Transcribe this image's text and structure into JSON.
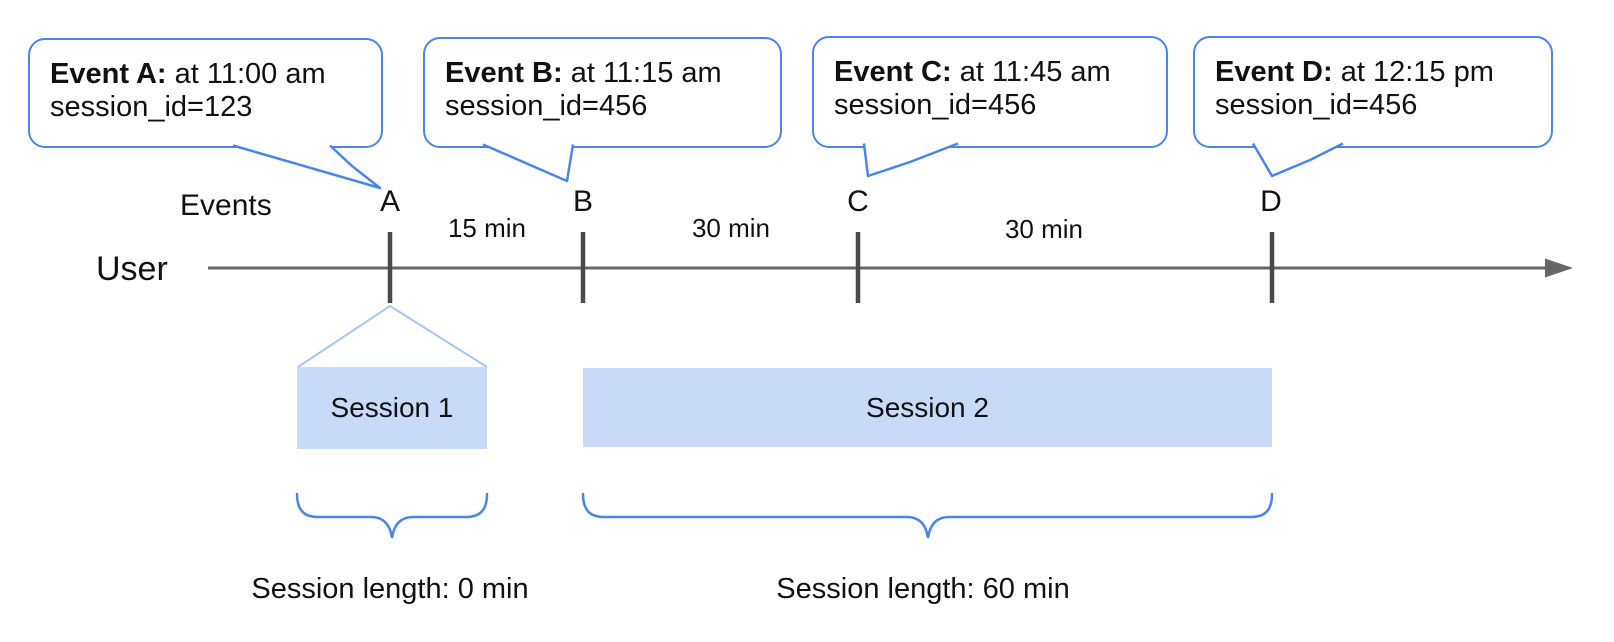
{
  "diagram": {
    "title_context": "Event sessionization timeline",
    "user_label": "User",
    "events_label": "Events",
    "callouts": [
      {
        "title": "Event A:",
        "time": " at 11:00 am",
        "session_line": "session_id=123"
      },
      {
        "title": "Event B:",
        "time": " at 11:15 am",
        "session_line": "session_id=456"
      },
      {
        "title": "Event C:",
        "time": " at 11:45 am",
        "session_line": "session_id=456"
      },
      {
        "title": "Event D:",
        "time": " at 12:15 pm",
        "session_line": "session_id=456"
      }
    ],
    "event_markers": [
      "A",
      "B",
      "C",
      "D"
    ],
    "intervals": [
      "15 min",
      "30 min",
      "30 min"
    ],
    "sessions": [
      {
        "label": "Session 1",
        "length_label": "Session length: 0 min"
      },
      {
        "label": "Session 2",
        "length_label": "Session length: 60 min"
      }
    ],
    "colors": {
      "accent_blue": "#4a86e8",
      "funnel_blue": "#aac4f1",
      "session_fill": "#c9daf8",
      "line_gray": "#666666",
      "tick_gray": "#4a4a4a",
      "text_black": "#111111"
    }
  }
}
